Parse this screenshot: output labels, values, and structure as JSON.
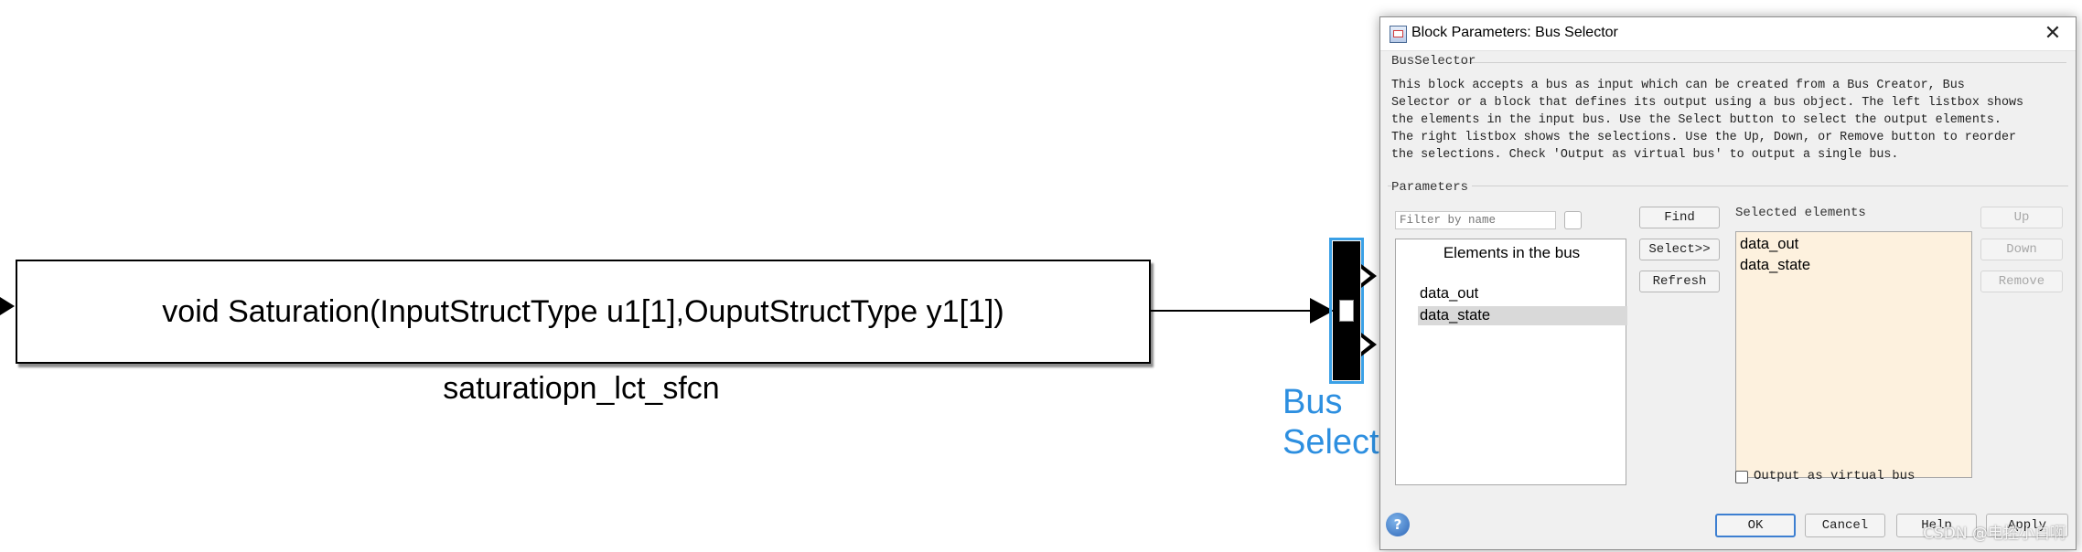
{
  "canvas": {
    "sfunction_block": {
      "signature": "void Saturation(InputStructType u1[1],OuputStructType y1[1])",
      "name": "saturatiopn_lct_sfcn"
    },
    "bus_selector_block": {
      "label": "Bus\nSelect"
    }
  },
  "dialog": {
    "title": "Block Parameters: Bus Selector",
    "close_glyph": "✕",
    "group_title": "BusSelector",
    "description": "This block accepts a bus as input which can be created from a Bus Creator, Bus\nSelector or a block that defines its output using a bus object. The left listbox shows\nthe elements in the input bus. Use the Select button to select the output elements.\nThe right listbox shows the selections. Use the Up, Down, or Remove button to reorder\nthe selections. Check 'Output as virtual bus' to output a single bus.",
    "parameters_title": "Parameters",
    "filter_placeholder": "Filter by name",
    "elements_title": "Elements in the bus",
    "elements": [
      "data_out",
      "data_state"
    ],
    "buttons": {
      "find": "Find",
      "select": "Select>>",
      "refresh": "Refresh",
      "up": "Up",
      "down": "Down",
      "remove": "Remove",
      "ok": "OK",
      "cancel": "Cancel",
      "help": "Help",
      "apply": "Apply"
    },
    "selected_title": "Selected elements",
    "selected": [
      "data_out",
      "data_state"
    ],
    "output_virtual_label": "Output as virtual bus",
    "output_virtual_checked": false,
    "help_glyph": "?"
  },
  "watermark": "CSDN @电控小白啊",
  "colors": {
    "selected_list_bg": "#fdf1de",
    "bus_label": "#2d8fe0",
    "block_highlight": "#3aa0e6"
  }
}
